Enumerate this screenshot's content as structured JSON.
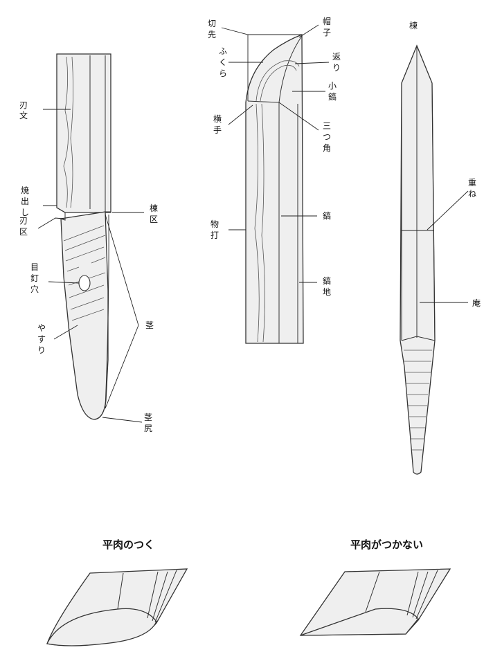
{
  "labels": {
    "hamon": [
      "刃",
      "文"
    ],
    "yakidashi": [
      "焼",
      "出",
      "し"
    ],
    "hamachi": [
      "刃",
      "区"
    ],
    "munemachi": [
      "棟",
      "区"
    ],
    "mekugiana": [
      "目",
      "釘",
      "穴"
    ],
    "nakago": [
      "茎"
    ],
    "yasuri": [
      "や",
      "す",
      "り"
    ],
    "nakagojiri": [
      "茎",
      "尻"
    ],
    "kissaki": [
      "切",
      "先"
    ],
    "fukura": [
      "ふ",
      "く",
      "ら"
    ],
    "yokote": [
      "横",
      "手"
    ],
    "monouchi": [
      "物",
      "打"
    ],
    "boshi": [
      "帽",
      "子"
    ],
    "kaeri": [
      "返",
      "り"
    ],
    "koshinogi": [
      "小",
      "鎬"
    ],
    "mitsukado": [
      "三",
      "つ",
      "角"
    ],
    "shinogi": [
      "鎬"
    ],
    "shinogiji": [
      "鎬",
      "地"
    ],
    "mune": [
      "棟"
    ],
    "kasane": [
      "重",
      "ね"
    ],
    "iori": [
      "庵"
    ]
  },
  "captions": {
    "with_hiraniku": "平肉のつく",
    "without_hiraniku": "平肉がつかない"
  }
}
